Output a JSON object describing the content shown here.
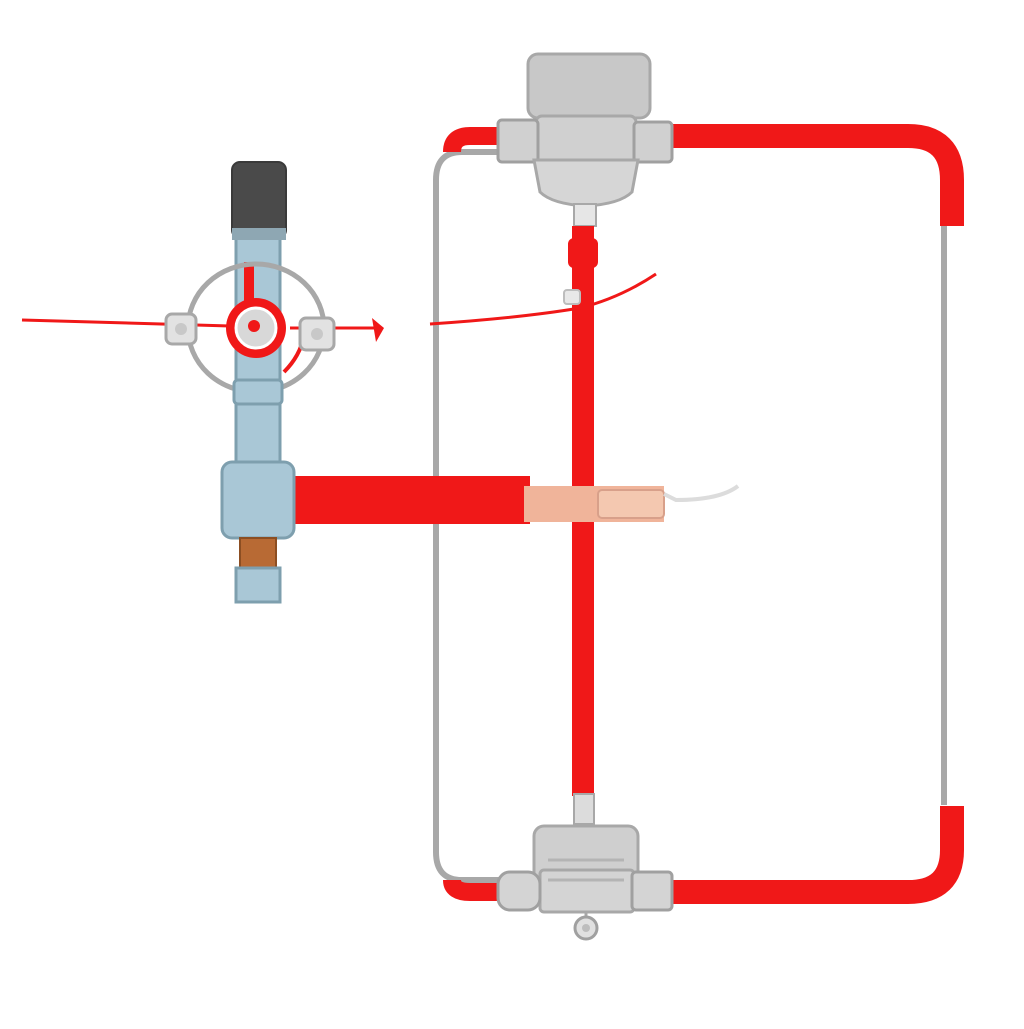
{
  "diagram": {
    "background_color": "#ffffff",
    "colors": {
      "red_pipe": "#f01818",
      "gray_pipe": "#a8a8a8",
      "gray_body": "#c8c8c8",
      "gray_dark": "#8c8c8c",
      "light_blue": "#a9c7d6",
      "blue_outline": "#7e9fae",
      "cap_dark": "#4a4a4a",
      "copper": "#b86a34",
      "peach": "#f0b49a"
    },
    "components": [
      {
        "id": "pressure-valve",
        "icon": "valve-icon"
      },
      {
        "id": "top-pump",
        "icon": "pump-icon"
      },
      {
        "id": "bottom-pump",
        "icon": "pump-icon"
      },
      {
        "id": "loop-frame",
        "icon": "pipe-loop-icon"
      },
      {
        "id": "horizontal-connector",
        "icon": "pipe-icon"
      },
      {
        "id": "vertical-riser",
        "icon": "pipe-icon"
      }
    ]
  }
}
